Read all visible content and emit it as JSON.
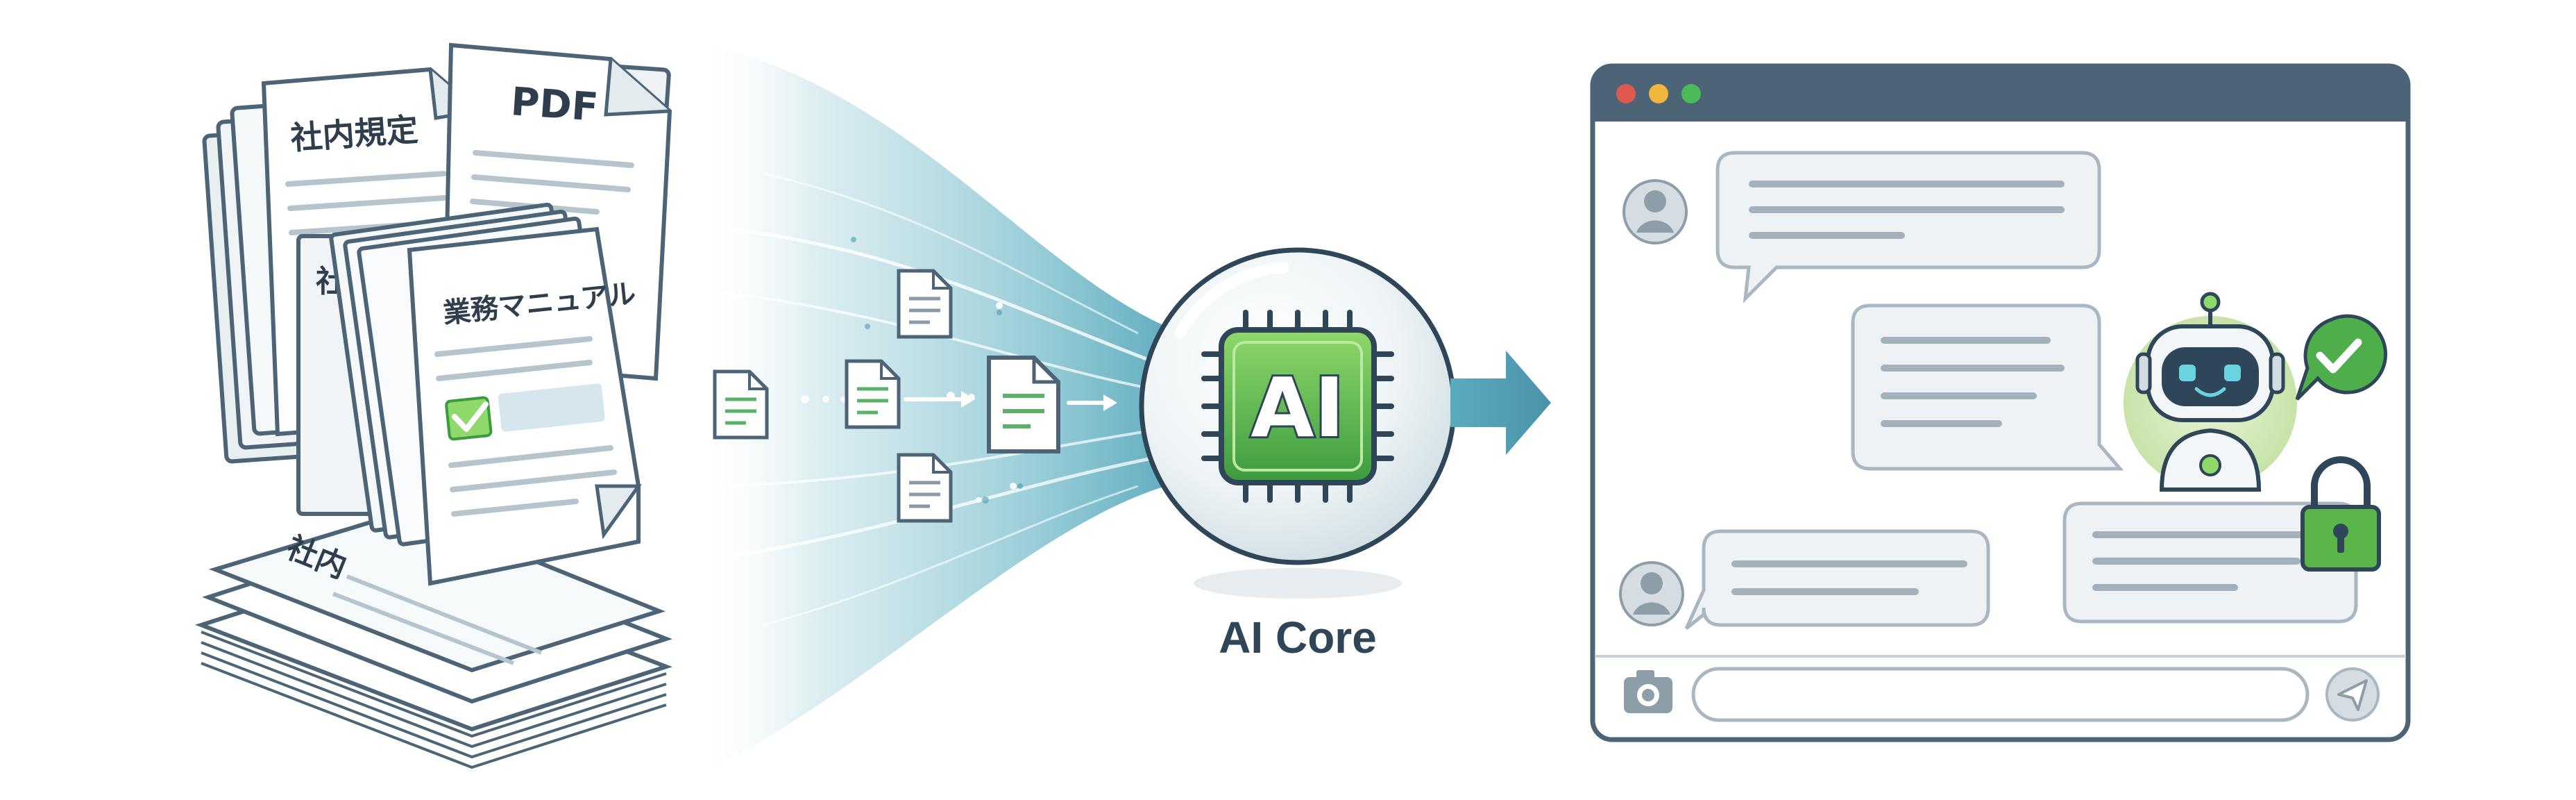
{
  "documents": {
    "rules_label": "社内規定",
    "pdf_label": "PDF",
    "manual_label": "業務マニュアル",
    "back_fragment": "社",
    "bottom_fragment": "社内"
  },
  "ai_core": {
    "chip_label": "AI",
    "caption": "AI Core"
  },
  "chat_window": {
    "traffic_lights": [
      "#e0594f",
      "#f0b63b",
      "#4cba58"
    ],
    "titlebar_color": "#4d6477"
  },
  "colors": {
    "accent_green": "#4fae4c",
    "accent_teal": "#4a9cb0",
    "stroke_dark": "#2f4558"
  }
}
